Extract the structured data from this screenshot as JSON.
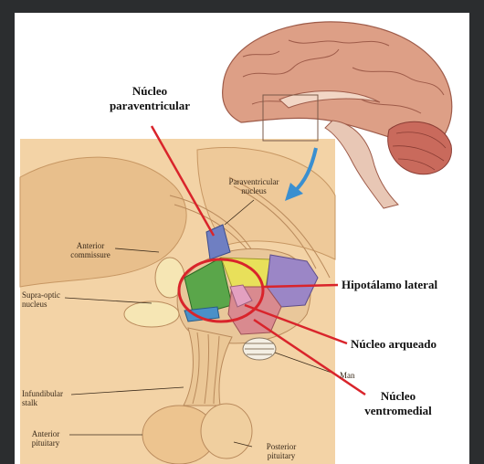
{
  "callouts": {
    "paraventricular_line1": "Núcleo",
    "paraventricular_line2": "paraventricular",
    "lateral": "Hipotálamo lateral",
    "arcuate": "Núcleo arqueado",
    "ventromedial_line1": "Núcleo",
    "ventromedial_line2": "ventromedial"
  },
  "anatomy_labels": {
    "paraventricular_1": "Paraventricular",
    "paraventricular_2": "nucleus",
    "anterior_commissure_1": "Anterior",
    "anterior_commissure_2": "commissure",
    "supraoptic_1": "Supra-optic",
    "supraoptic_2": "nucleus",
    "mammillary": "Man",
    "infundibular_1": "Infundibular",
    "infundibular_2": "stalk",
    "anterior_pituitary_1": "Anterior",
    "anterior_pituitary_2": "pituitary",
    "posterior_pituitary_1": "Posterior",
    "posterior_pituitary_2": "pituitary"
  },
  "colors": {
    "background": "#2b2d2f",
    "panel": "#f3d3a6",
    "callout_line": "#d9242b",
    "arrow": "#3a8fd0"
  }
}
